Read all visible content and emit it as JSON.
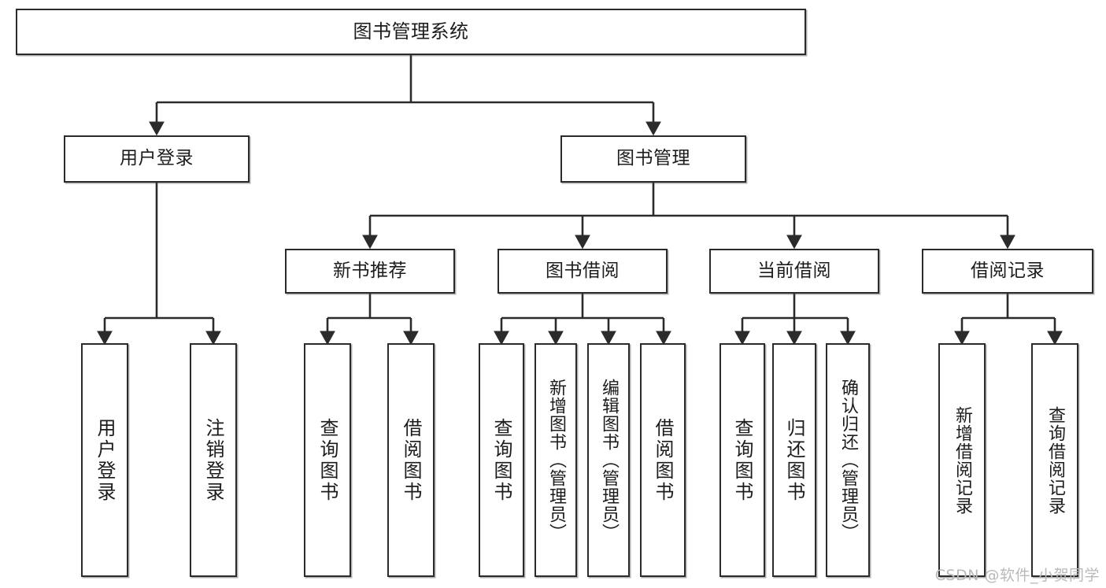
{
  "diagram": {
    "type": "tree-flowchart",
    "title": "图书管理系统",
    "orientation": "top-down",
    "colors": {
      "node_border": "#2b2b2b",
      "node_fill": "#ffffff",
      "connector": "#2b2b2b",
      "text": "#1c1c1c",
      "watermark": "#b9b9b9"
    },
    "levels": {
      "root": {
        "label": "图书管理系统"
      },
      "level2": [
        {
          "id": "user-login",
          "label": "用户登录"
        },
        {
          "id": "book-management",
          "label": "图书管理"
        }
      ],
      "level3": [
        {
          "id": "new-book-recommend",
          "label": "新书推荐",
          "parent": "book-management"
        },
        {
          "id": "book-borrow",
          "label": "图书借阅",
          "parent": "book-management"
        },
        {
          "id": "current-borrow",
          "label": "当前借阅",
          "parent": "book-management"
        },
        {
          "id": "borrow-record",
          "label": "借阅记录",
          "parent": "book-management"
        }
      ],
      "leaves": [
        {
          "id": "leaf-user-login",
          "label": "用户登录",
          "parent": "user-login"
        },
        {
          "id": "leaf-logout-login",
          "label": "注销登录",
          "parent": "user-login"
        },
        {
          "id": "leaf-query-book-1",
          "label": "查询图书",
          "parent": "new-book-recommend"
        },
        {
          "id": "leaf-borrow-book-1",
          "label": "借阅图书",
          "parent": "new-book-recommend"
        },
        {
          "id": "leaf-query-book-2",
          "label": "查询图书",
          "parent": "book-borrow"
        },
        {
          "id": "leaf-add-book-admin",
          "label": "新增图书（管理员）",
          "parent": "book-borrow"
        },
        {
          "id": "leaf-edit-book-admin",
          "label": "编辑图书（管理员）",
          "parent": "book-borrow"
        },
        {
          "id": "leaf-borrow-book-2",
          "label": "借阅图书",
          "parent": "book-borrow"
        },
        {
          "id": "leaf-query-book-3",
          "label": "查询图书",
          "parent": "current-borrow"
        },
        {
          "id": "leaf-return-book",
          "label": "归还图书",
          "parent": "current-borrow"
        },
        {
          "id": "leaf-confirm-return-admin",
          "label": "确认归还（管理员）",
          "parent": "current-borrow"
        },
        {
          "id": "leaf-add-borrow-record",
          "label": "新增借阅记录",
          "parent": "borrow-record"
        },
        {
          "id": "leaf-query-borrow-record",
          "label": "查询借阅记录",
          "parent": "borrow-record"
        }
      ]
    }
  },
  "watermark": {
    "text": "CSDN @软件_小贺同学"
  }
}
